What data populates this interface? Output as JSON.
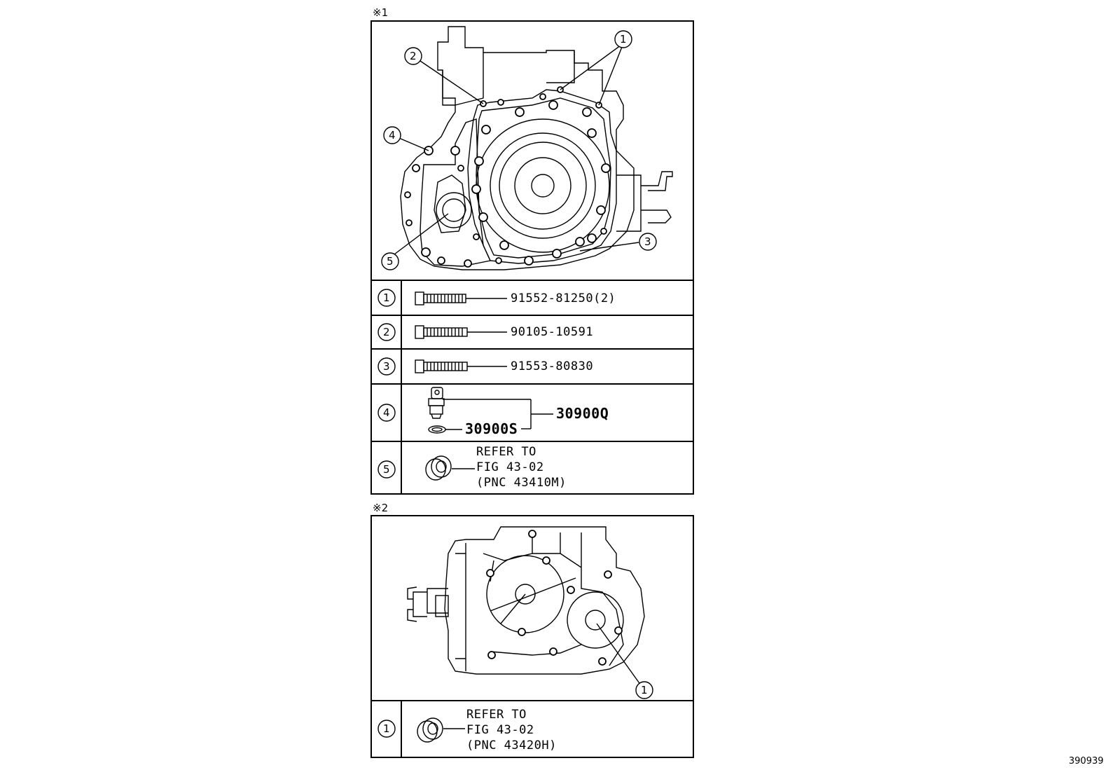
{
  "section1": {
    "label": "※1",
    "callouts": [
      "1",
      "2",
      "3",
      "4",
      "5"
    ],
    "rows": [
      {
        "num": "1",
        "part": "91552-81250(2)"
      },
      {
        "num": "2",
        "part": "90105-10591"
      },
      {
        "num": "3",
        "part": "91553-80830"
      },
      {
        "num": "4",
        "part_a": "30900Q",
        "part_b": "30900S"
      },
      {
        "num": "5",
        "lines": [
          "REFER TO",
          "FIG 43-02",
          "(PNC 43410M)"
        ]
      }
    ]
  },
  "section2": {
    "label": "※2",
    "callouts": [
      "1"
    ],
    "rows": [
      {
        "num": "1",
        "lines": [
          "REFER TO",
          "FIG 43-02",
          "(PNC 43420H)"
        ]
      }
    ]
  },
  "figure_code": "390939"
}
